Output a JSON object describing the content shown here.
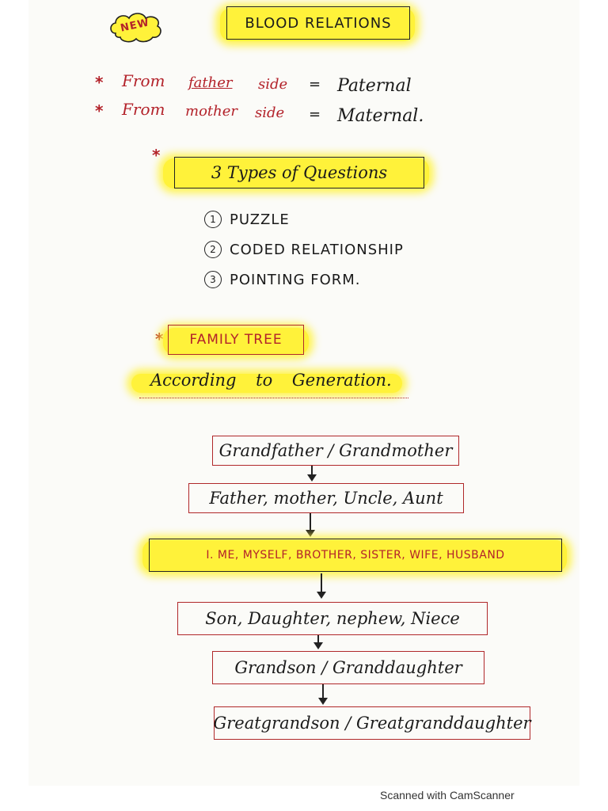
{
  "badge": "NEW",
  "title": "BLOOD RELATIONS",
  "sides": [
    {
      "from": "From",
      "who": "father",
      "side": "side",
      "eq": "=",
      "term": "Paternal"
    },
    {
      "from": "From",
      "who": "mother",
      "side": "side",
      "eq": "=",
      "term": "Maternal."
    }
  ],
  "types_heading": "3 Types of Questions",
  "types": [
    {
      "num": "1",
      "label": "PUZZLE"
    },
    {
      "num": "2",
      "label": "CODED RELATIONSHIP"
    },
    {
      "num": "3",
      "label": "POINTING FORM."
    }
  ],
  "family_tree": "FAMILY TREE",
  "according": "According to Generation.",
  "generations": [
    "Grandfather / Grandmother",
    "Father, mother, Uncle, Aunt",
    "I. ME, MYSELF, BROTHER, SISTER, WIFE, HUSBAND",
    "Son, Daughter, nephew, Niece",
    "Grandson / Granddaughter",
    "Greatgrandson / Greatgranddaughter"
  ],
  "footer": "Scanned with CamScanner",
  "colors": {
    "highlight": "#fff23a",
    "ink_red": "#b3222a",
    "box_border": "#b0282a"
  }
}
